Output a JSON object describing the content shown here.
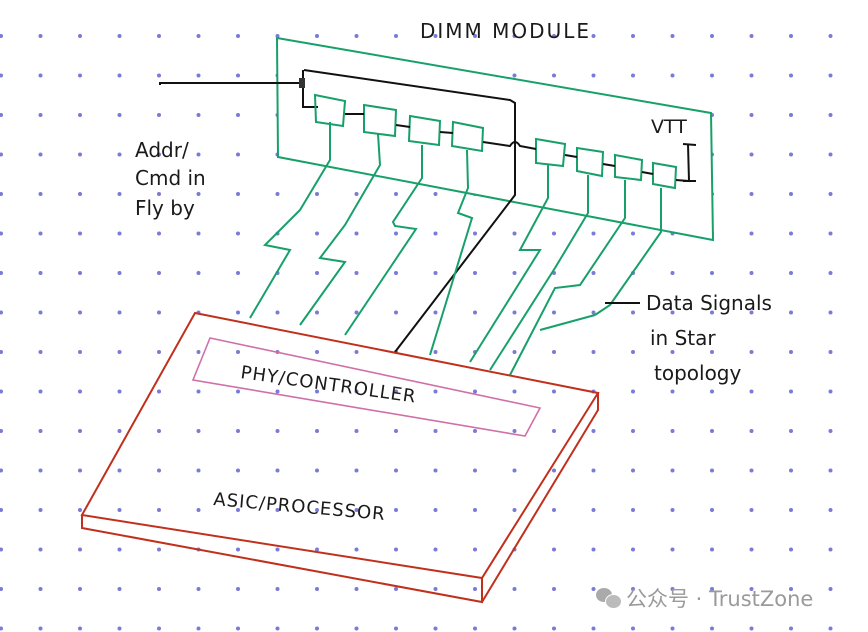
{
  "title": "DIMM MODULE",
  "addr_label": [
    "Addr/",
    "Cmd in",
    "Fly by"
  ],
  "vtt_label": "VTT",
  "data_label": [
    "Data Signals",
    "in Star",
    "topology"
  ],
  "phy_label": "PHY/CONTROLLER",
  "asic_label": "ASIC/PROCESSOR",
  "watermark": "公众号 · TrustZone",
  "colors": {
    "dimm": "#17a06a",
    "asic": "#c0301c",
    "phy": "#d070a8",
    "dots": "#6f6fd0"
  }
}
